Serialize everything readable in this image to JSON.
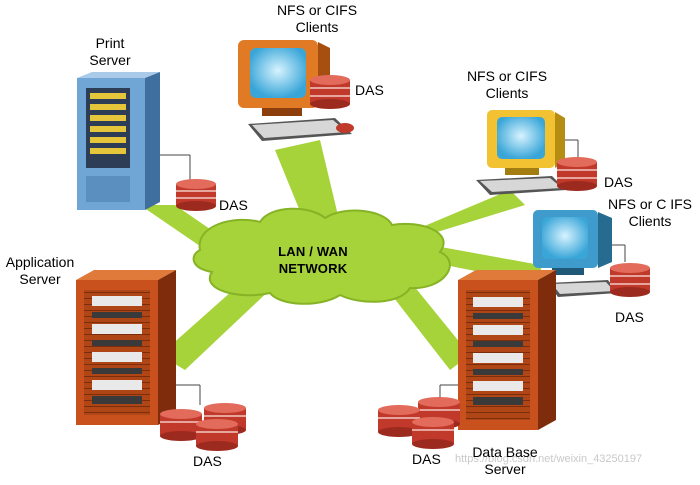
{
  "diagram": {
    "network_label": [
      "LAN / WAN",
      "NETWORK"
    ],
    "nodes": {
      "print_server": {
        "label": [
          "Print",
          "Server"
        ],
        "das": "DAS"
      },
      "application_server": {
        "label": [
          "Application",
          "Server"
        ],
        "das": "DAS"
      },
      "database_server": {
        "label": [
          "Data Base",
          "Server"
        ],
        "das": "DAS"
      },
      "client_top": {
        "label": [
          "NFS or CIFS",
          "Clients"
        ],
        "das": "DAS"
      },
      "client_right": {
        "label": [
          "NFS or CIFS",
          "Clients"
        ],
        "das": "DAS"
      },
      "client_lower_right": {
        "label": [
          "NFS or C IFS",
          "Clients"
        ],
        "das": "DAS"
      }
    },
    "watermark": "https://blog.csdn.net/weixin_43250197",
    "colors": {
      "network": "#a6d23a",
      "server_orange": "#c8511e",
      "server_blue": "#6fa6d6",
      "monitor_orange": "#e07a24",
      "monitor_yellow": "#f2c232",
      "monitor_blue": "#3f9bcc",
      "disk": "#c0392b"
    }
  }
}
